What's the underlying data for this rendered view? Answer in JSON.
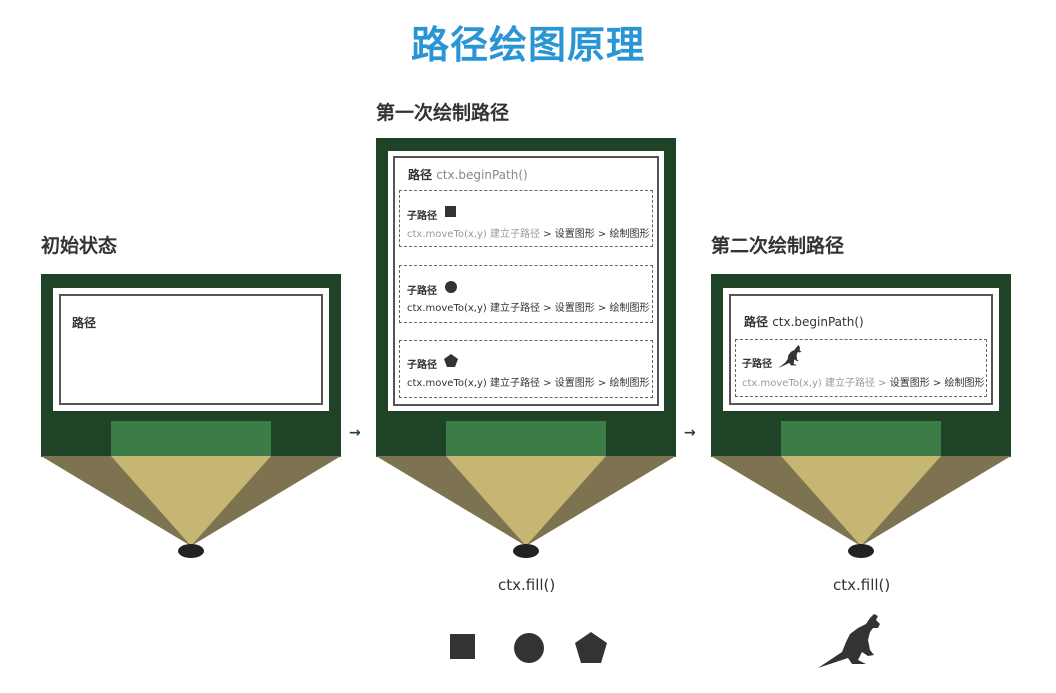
{
  "title": "路径绘图原理",
  "panels": [
    {
      "heading": "初始状态",
      "path_label": "路径",
      "path_code": "",
      "subpaths": []
    },
    {
      "heading": "第一次绘制路径",
      "path_label": "路径",
      "path_code": "ctx.beginPath()",
      "subpaths": [
        {
          "label": "子路径",
          "shape": "square",
          "code": "ctx.moveTo(x,y) 建立子路径",
          "step2": "设置图形",
          "step3": "绘制图形"
        },
        {
          "label": "子路径",
          "shape": "circle",
          "code": "ctx.moveTo(x,y) 建立子路径",
          "step2": "设置图形",
          "step3": "绘制图形"
        },
        {
          "label": "子路径",
          "shape": "pentagon",
          "code": "ctx.moveTo(x,y) 建立子路径",
          "step2": "设置图形",
          "step3": "绘制图形"
        }
      ],
      "fill_label": "ctx.fill()"
    },
    {
      "heading": "第二次绘制路径",
      "path_label": "路径",
      "path_code": "ctx.beginPath()",
      "subpaths": [
        {
          "label": "子路径",
          "shape": "kangaroo",
          "code": "ctx.moveTo(x,y) 建立子路径",
          "step2": "设置图形",
          "step3": "绘制图形"
        }
      ],
      "fill_label": "ctx.fill()"
    }
  ],
  "separator": ">",
  "arrow": "→",
  "colors": {
    "title": "#2a95d4",
    "board": "#1f4326",
    "band": "#3c7d47",
    "cone_outer": "#7d7350",
    "cone_inner": "#c5b673",
    "tip": "#222222",
    "shape": "#333333"
  },
  "icons": [
    "square-icon",
    "circle-icon",
    "pentagon-icon",
    "kangaroo-icon",
    "arrow-icon"
  ]
}
